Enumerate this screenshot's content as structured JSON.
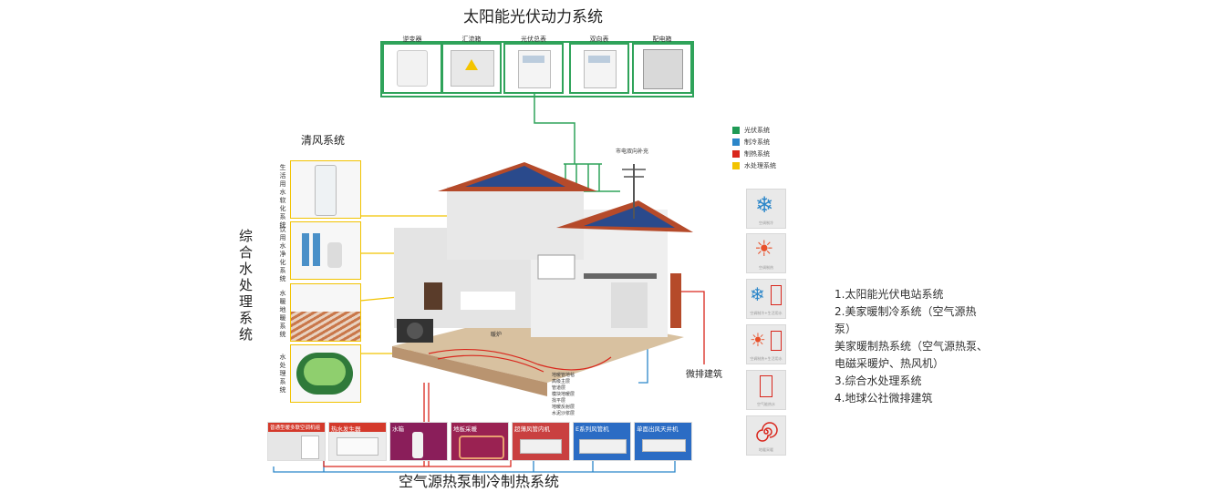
{
  "titles": {
    "top": "太阳能光伏动力系统",
    "fresh_air": "清风系统",
    "water": "综合水处理系统",
    "bottom": "空气源热泵制冷制热系统",
    "grid": "市电双向补充",
    "micro": "微排建筑"
  },
  "pv_devices": [
    {
      "label": "逆变器"
    },
    {
      "label": "汇流箱"
    },
    {
      "label": "光伏总表"
    },
    {
      "label": "双向表"
    },
    {
      "label": "配电箱"
    }
  ],
  "legend": [
    {
      "label": "光伏系统",
      "color": "#1f9a55"
    },
    {
      "label": "制冷系统",
      "color": "#2b86c9"
    },
    {
      "label": "制热系统",
      "color": "#d9261c"
    },
    {
      "label": "水处理系统",
      "color": "#f2c300"
    }
  ],
  "water_systems": [
    {
      "label": "生活用水软化系统"
    },
    {
      "label": "饮用水净化系统"
    },
    {
      "label": "水暖地暖系统"
    },
    {
      "label": "水处理系统"
    }
  ],
  "heat_pump_devices": [
    {
      "label": "普通型暖多联空调机组"
    },
    {
      "label": "热水发生器"
    },
    {
      "label": "水箱"
    },
    {
      "label": "地板采暖"
    },
    {
      "label": "超薄风管内机"
    },
    {
      "label": "E系列风管机"
    },
    {
      "label": "单面出风天井机"
    }
  ],
  "pipe_labels": [
    "地暖管地毯",
    "高级主层",
    "管道层",
    "模块地暖层",
    "找平层",
    "地暖反射层",
    "水泥沙浆层"
  ],
  "house_label": "暖炉",
  "icon_captions": [
    "空调制冷",
    "空调制热",
    "空调制冷+生活用水",
    "空调制热+生活用水",
    "空气能热水",
    "地暖采暖"
  ],
  "list": [
    "1.太阳能光伏电站系统",
    "2.美家暖制冷系统（空气源热泵）",
    "美家暖制热系统（空气源热泵、电磁采暖炉、热风机）",
    "3.综合水处理系统",
    "4.地球公社微排建筑"
  ],
  "colors": {
    "pv": "#1f9a55",
    "cool": "#2b86c9",
    "heat": "#d9261c",
    "water": "#f2c300"
  }
}
